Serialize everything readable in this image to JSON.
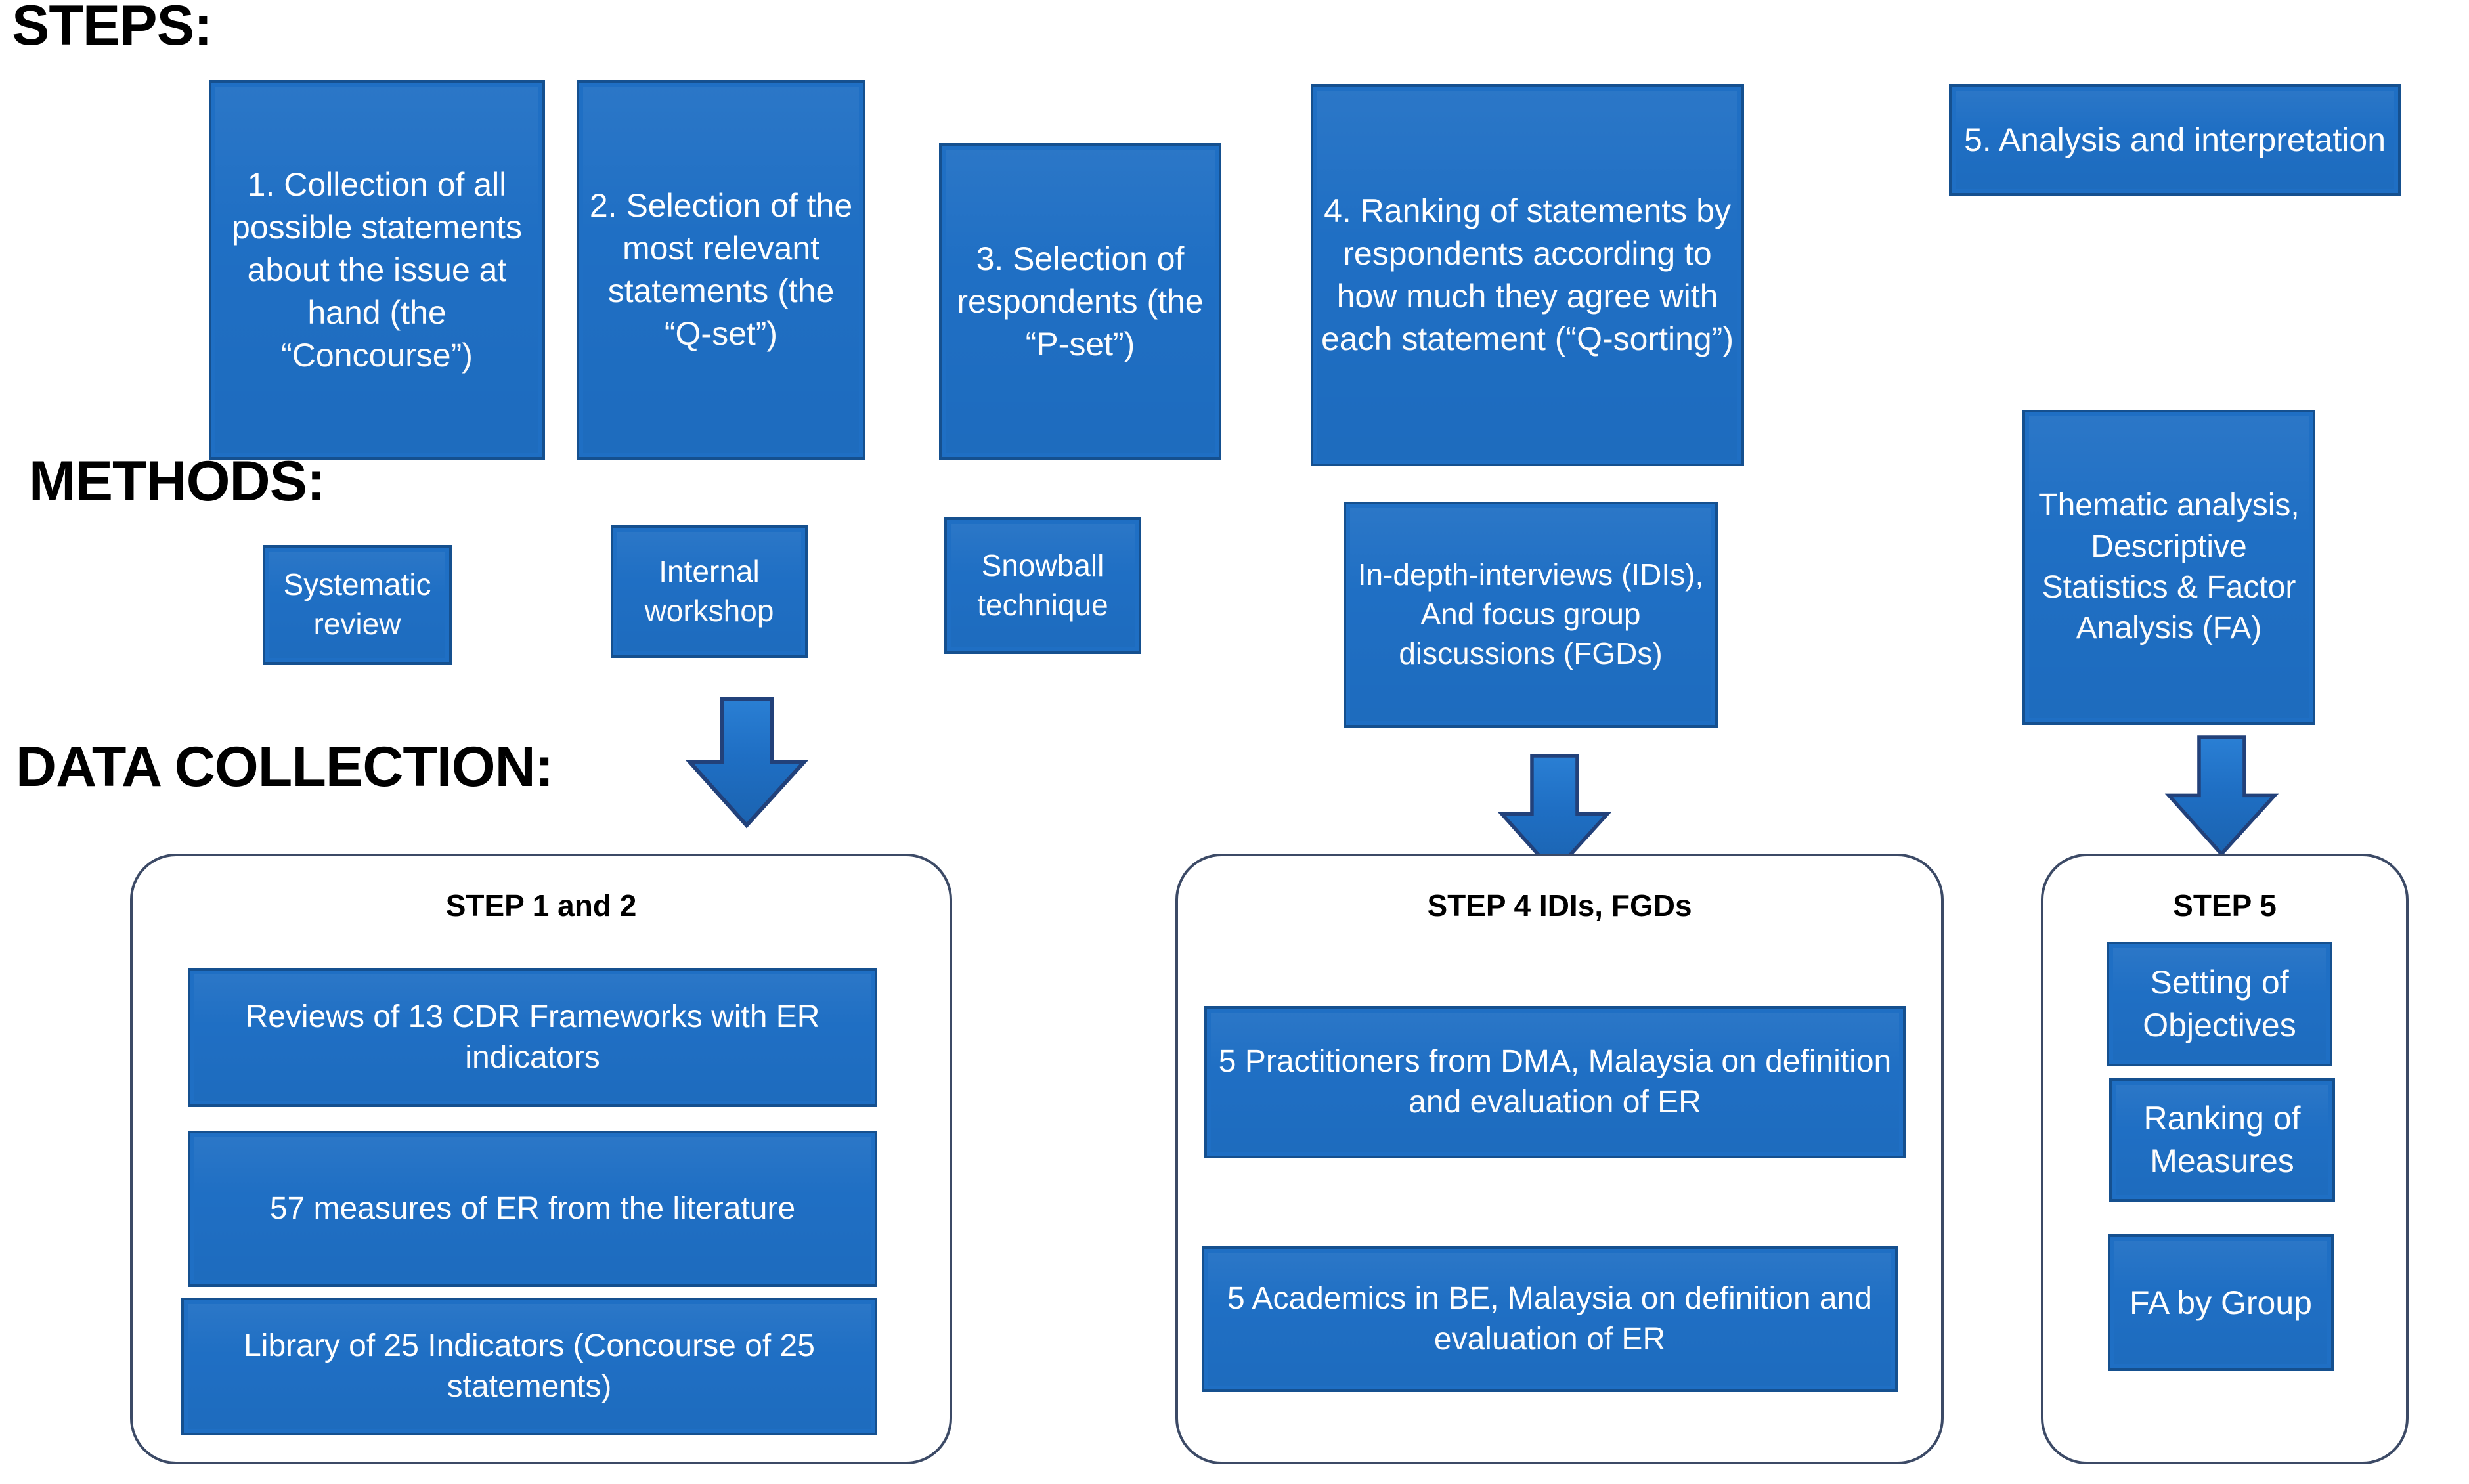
{
  "row_labels": {
    "steps": "STEPS:",
    "methods": "METHODS:",
    "data_collection": "DATA COLLECTION:"
  },
  "steps_boxes": [
    {
      "id": "step-1",
      "text": "1. Collection of all possible statements about the issue at hand (the “Concourse”)"
    },
    {
      "id": "step-2",
      "text": "2. Selection of the most relevant statements (the “Q-set”)"
    },
    {
      "id": "step-3",
      "text": "3. Selection of respondents (the “P-set”)"
    },
    {
      "id": "step-4",
      "text": "4. Ranking of statements by respondents according to how much they agree with each statement (“Q-sorting”)"
    },
    {
      "id": "step-5",
      "text": "5. Analysis and interpretation"
    }
  ],
  "methods_boxes": [
    {
      "id": "method-systematic-review",
      "text": "Systematic review"
    },
    {
      "id": "method-internal-workshop",
      "text": "Internal workshop"
    },
    {
      "id": "method-snowball-technique",
      "text": "Snowball technique"
    },
    {
      "id": "method-idis-fgds",
      "text": "In-depth-interviews (IDIs), And focus group discussions (FGDs)"
    },
    {
      "id": "method-thematic-analysis",
      "text": "Thematic analysis, Descriptive Statistics & Factor Analysis (FA)"
    }
  ],
  "panels": [
    {
      "id": "panel-step-1-and-2",
      "title": "STEP 1 and 2",
      "items": [
        "Reviews of 13 CDR Frameworks with ER indicators",
        "57 measures of ER from the literature",
        "Library of 25 Indicators (Concourse of 25 statements)"
      ]
    },
    {
      "id": "panel-step-4",
      "title": "STEP 4 IDIs, FGDs",
      "items": [
        "5 Practitioners from DMA, Malaysia on definition and evaluation of ER",
        "5 Academics in BE, Malaysia on definition and evaluation of ER"
      ]
    },
    {
      "id": "panel-step-5",
      "title": "STEP 5",
      "items": [
        "Setting of Objectives",
        "Ranking of Measures",
        "FA by Group"
      ]
    }
  ],
  "arrows": [
    {
      "id": "arrow-workshop-to-step12",
      "direction": "down"
    },
    {
      "id": "arrow-idis-to-step4",
      "direction": "down"
    },
    {
      "id": "arrow-thematic-to-step5",
      "direction": "down"
    }
  ],
  "colors": {
    "box_fill": "#1f6fc4",
    "box_border": "#15508f",
    "panel_border": "#3c4a66",
    "text_on_box": "#ffffff",
    "label_text": "#000000",
    "arrow_fill": "#1f6fc4",
    "arrow_border": "#22417a",
    "background": "#ffffff"
  }
}
